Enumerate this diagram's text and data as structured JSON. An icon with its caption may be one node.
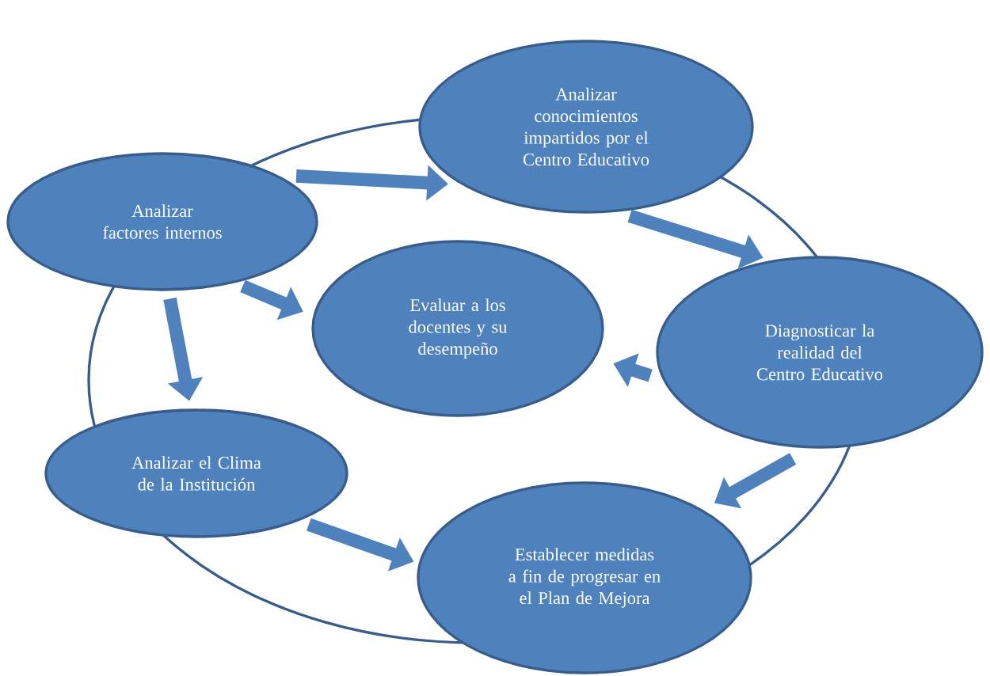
{
  "diagram": {
    "nodes": [
      {
        "text": [
          "Analizar factores internos"
        ]
      },
      {
        "text": [
          "Analizar conocimientos impartidos por el Centro Educativo"
        ]
      },
      {
        "text": [
          "Evaluar a los docentes y su desempeño"
        ]
      },
      {
        "text": [
          "Diagnosticar la realidad del Centro Educativo"
        ]
      },
      {
        "text": [
          "Analizar el Clima de la Institución"
        ]
      },
      {
        "text": [
          "Establecer medidas a fin de progresar en el Plan de Mejora"
        ]
      }
    ],
    "edges": [
      {
        "from": 0,
        "to": 1,
        "arrow": "to"
      },
      {
        "from": 1,
        "to": 3,
        "arrow": "to"
      },
      {
        "from": 0,
        "to": 2,
        "arrow": "to"
      },
      {
        "from": 0,
        "to": 4,
        "arrow": "to"
      },
      {
        "from": 3,
        "to": 2,
        "arrow": "to"
      },
      {
        "from": 3,
        "to": 5,
        "arrow": "to"
      },
      {
        "from": 4,
        "to": 5,
        "arrow": "to"
      }
    ]
  }
}
